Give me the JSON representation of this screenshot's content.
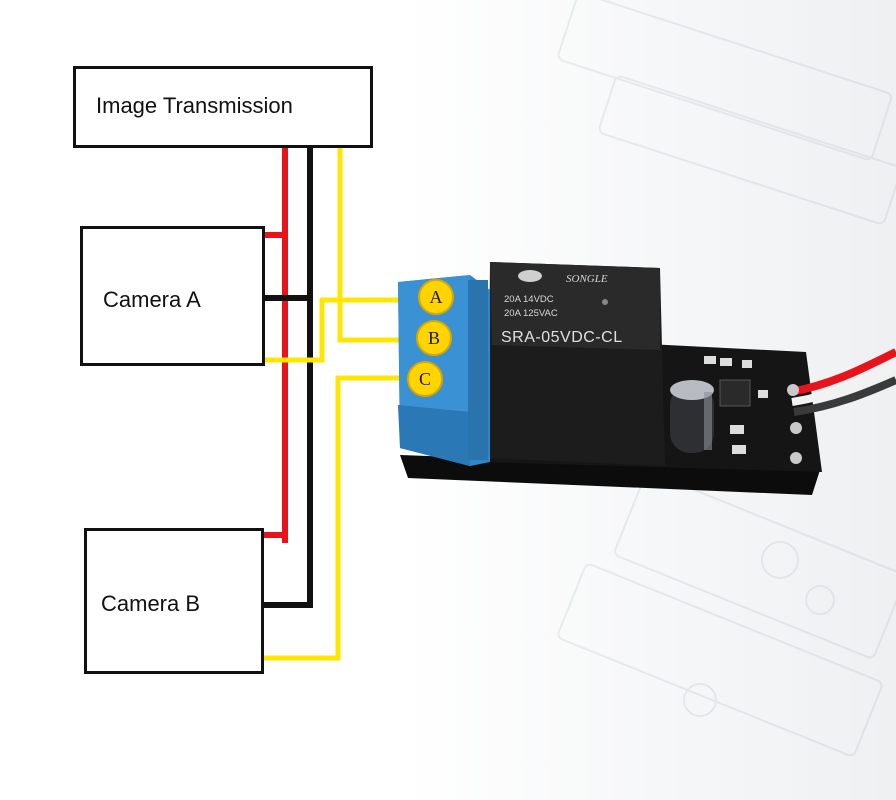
{
  "boxes": {
    "image_transmission": "Image Transmission",
    "camera_a": "Camera A",
    "camera_b": "Camera B"
  },
  "terminals": [
    "A",
    "B",
    "C"
  ],
  "relay": {
    "brand": "SONGLE",
    "rating_dc": "20A 14VDC",
    "rating_ac": "20A 125VAC",
    "model": "SRA-05VDC-CL"
  },
  "colors": {
    "red_wire": "#e8141b",
    "black_wire": "#111111",
    "yellow_wire": "#ffe600",
    "terminal_block": "#2f86c8",
    "terminal_marker": "#ffd400",
    "relay_body": "#1c1c1c",
    "pcb": "#151515"
  }
}
